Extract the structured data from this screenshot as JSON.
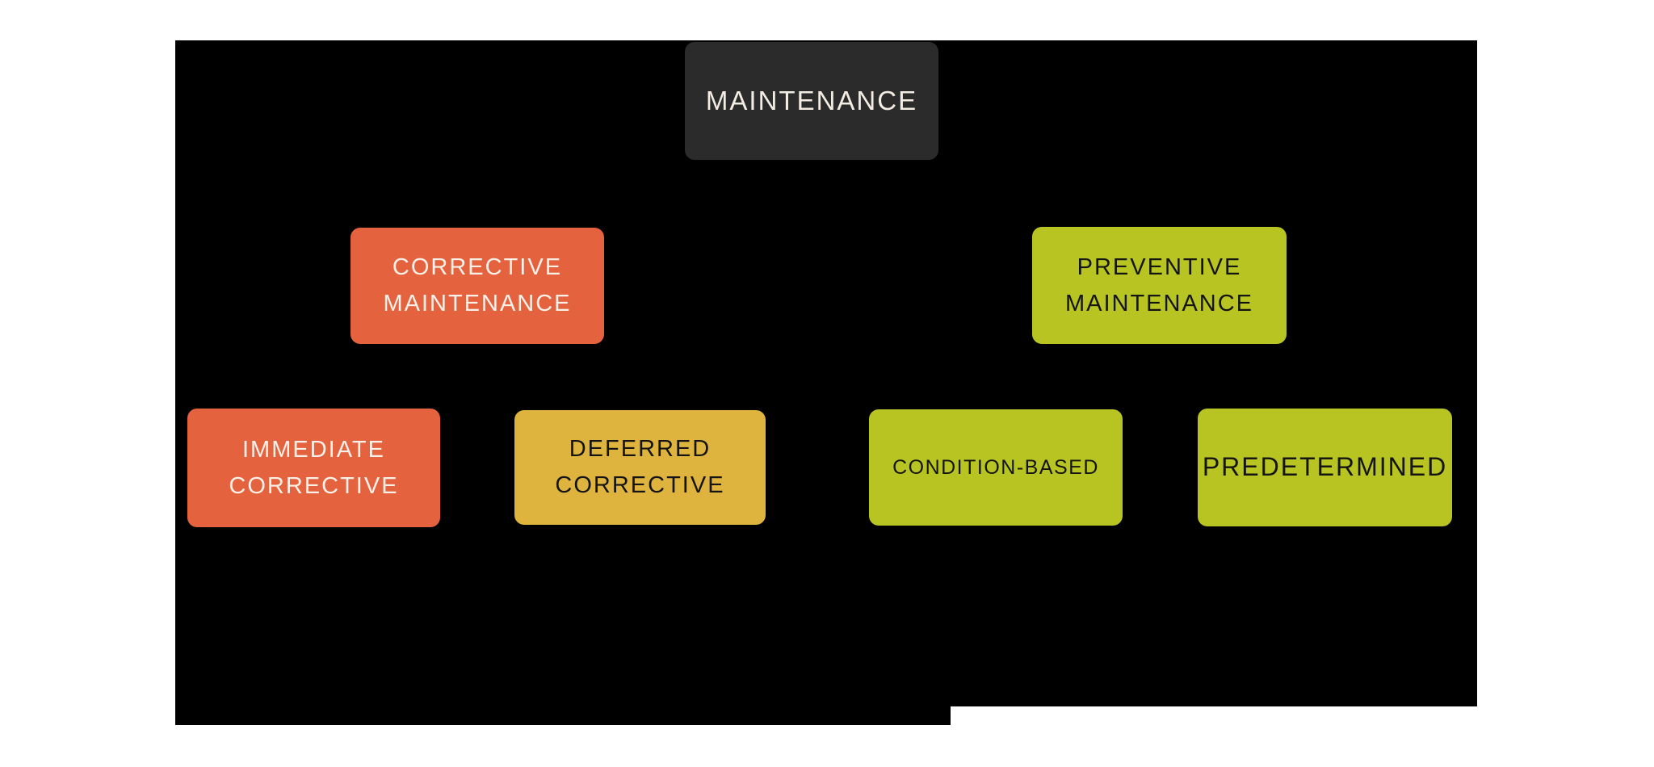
{
  "page": {
    "background": "#ffffff"
  },
  "diagram": {
    "canvas_color": "#000000",
    "nodes": [
      {
        "id": "maintenance",
        "label": "MAINTENANCE",
        "level": 1,
        "fill": "#2b2b2b",
        "text_color": "#f2ece3"
      },
      {
        "id": "corrective-maintenance",
        "label": "CORRECTIVE\nMAINTENANCE",
        "level": 2,
        "fill": "#e5623e",
        "text_color": "#f8f1e9"
      },
      {
        "id": "preventive-maintenance",
        "label": "PREVENTIVE\nMAINTENANCE",
        "level": 2,
        "fill": "#b7c421",
        "text_color": "#141414"
      },
      {
        "id": "immediate-corrective",
        "label": "IMMEDIATE\nCORRECTIVE",
        "level": 3,
        "fill": "#e5623e",
        "text_color": "#f8f1e9"
      },
      {
        "id": "deferred-corrective",
        "label": "DEFERRED\nCORRECTIVE",
        "level": 3,
        "fill": "#dfb43e",
        "text_color": "#141414"
      },
      {
        "id": "condition-based",
        "label": "CONDITION-BASED",
        "level": 3,
        "fill": "#b7c421",
        "text_color": "#141414"
      },
      {
        "id": "predetermined",
        "label": "PREDETERMINED",
        "level": 3,
        "fill": "#b7c421",
        "text_color": "#141414"
      }
    ],
    "edges": [
      {
        "from": "maintenance",
        "to": "corrective-maintenance"
      },
      {
        "from": "maintenance",
        "to": "preventive-maintenance"
      },
      {
        "from": "corrective-maintenance",
        "to": "immediate-corrective"
      },
      {
        "from": "corrective-maintenance",
        "to": "deferred-corrective"
      },
      {
        "from": "preventive-maintenance",
        "to": "condition-based"
      },
      {
        "from": "preventive-maintenance",
        "to": "predetermined"
      }
    ]
  }
}
